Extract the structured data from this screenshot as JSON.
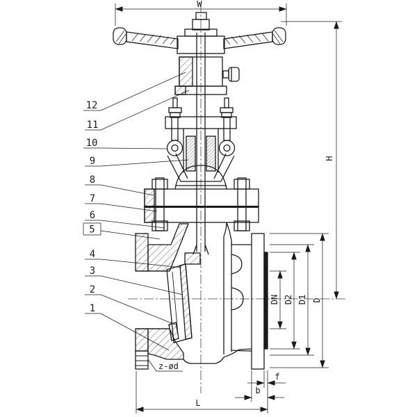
{
  "drawing": {
    "dimension_labels": {
      "handwheel_width": "W",
      "height": "H",
      "face_to_face": "L",
      "bore": "DN",
      "raised_face_dia": "D2",
      "bolt_circle_dia": "D1",
      "flange_od": "D",
      "raised_face_height": "f",
      "flange_thickness": "b",
      "bolt_holes": "z-ød"
    },
    "part_numbers": {
      "p1": "1",
      "p2": "2",
      "p3": "3",
      "p4": "4",
      "p5": "5",
      "p6": "6",
      "p7": "7",
      "p8": "8",
      "p9": "9",
      "p10": "10",
      "p11": "11",
      "p12": "12"
    },
    "colors": {
      "line": "#1a1a1a",
      "background": "#ffffff"
    }
  }
}
